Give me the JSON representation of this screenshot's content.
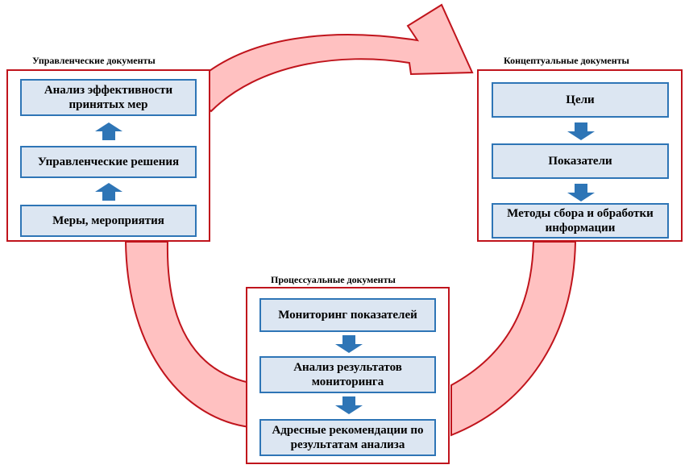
{
  "colors": {
    "cycle_fill": "#ffc1c1",
    "cycle_stroke": "#c0141c",
    "frame_border": "#c0141c",
    "box_fill": "#dce6f2",
    "box_border": "#2e75b6",
    "small_arrow": "#2e75b6"
  },
  "left": {
    "title": "Управленческие документы",
    "items": [
      "Анализ эффективности принятых мер",
      "Управленческие решения",
      "Меры, мероприятия"
    ],
    "arrow_icon": "arrow-up-icon"
  },
  "right": {
    "title": "Концептуальные документы",
    "items": [
      "Цели",
      "Показатели",
      "Методы сбора и обработки информации"
    ],
    "arrow_icon": "arrow-down-icon"
  },
  "bottom": {
    "title": "Процессуальные документы",
    "items": [
      "Мониторинг показателей",
      "Анализ результатов мониторинга",
      "Адресные рекомендации по результатам анализа"
    ],
    "arrow_icon": "arrow-down-icon"
  }
}
